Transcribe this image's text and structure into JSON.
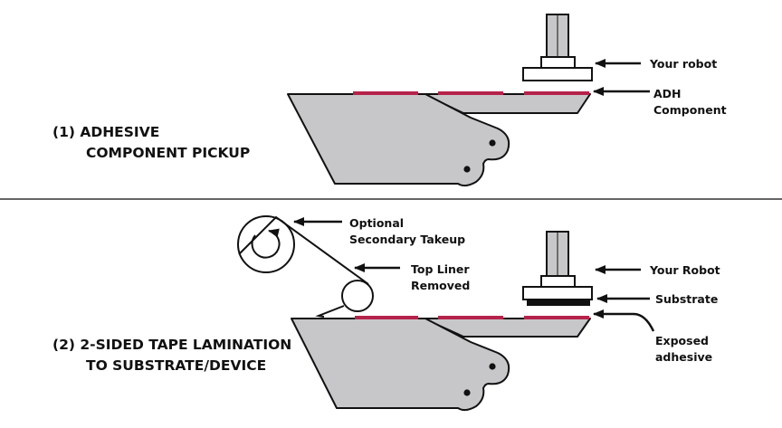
{
  "colors": {
    "background": "#ffffff",
    "ink": "#111111",
    "base_fill": "#c7c7c9",
    "adhesive_pad": "#b5234a",
    "divider": "#333333"
  },
  "panel1": {
    "title_line1": "(1)  ADHESIVE",
    "title_line2": "COMPONENT PICKUP",
    "label_robot": "Your robot",
    "label_component_line1": "ADH",
    "label_component_line2": "Component",
    "pad_count": 3
  },
  "panel2": {
    "title_line1": "(2)  2-SIDED TAPE LAMINATION",
    "title_line2": "TO SUBSTRATE/DEVICE",
    "label_takeup_line1": "Optional",
    "label_takeup_line2": "Secondary Takeup",
    "label_liner_line1": "Top Liner",
    "label_liner_line2": "Removed",
    "label_robot": "Your Robot",
    "label_substrate": "Substrate",
    "label_adhesive_line1": "Exposed",
    "label_adhesive_line2": "adhesive",
    "pad_count": 3
  }
}
